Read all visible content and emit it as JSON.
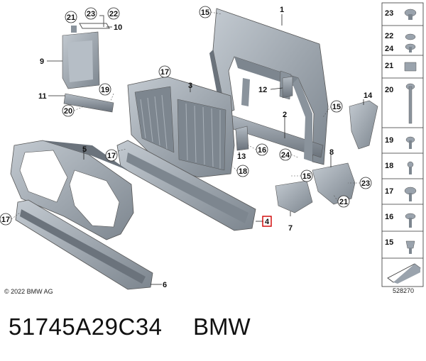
{
  "footer": {
    "part_number": "51745A29C34",
    "brand": "BMW",
    "copyright": "© 2022 BMW AG",
    "image_id": "528270"
  },
  "callouts": {
    "c1": "1",
    "c2": "2",
    "c3": "3",
    "c4": "4",
    "c5": "5",
    "c6": "6",
    "c7": "7",
    "c8": "8",
    "c9": "9",
    "c10": "10",
    "c11": "11",
    "c12": "12",
    "c13": "13",
    "c14": "14",
    "c15a": "15",
    "c15b": "15",
    "c15c": "15",
    "c16": "16",
    "c17a": "17",
    "c17b": "17",
    "c17c": "17",
    "c18": "18",
    "c19": "19",
    "c20": "20",
    "c21a": "21",
    "c21b": "21",
    "c22": "22",
    "c23a": "23",
    "c23b": "23",
    "c24": "24"
  },
  "legend": {
    "items": [
      "23",
      "22",
      "24",
      "21",
      "20",
      "19",
      "18",
      "17",
      "16",
      "15"
    ]
  },
  "colors": {
    "part_fill": "#9aa3ad",
    "part_shadow": "#6b737c",
    "part_light": "#c3cad1",
    "highlight": "#d00000"
  }
}
